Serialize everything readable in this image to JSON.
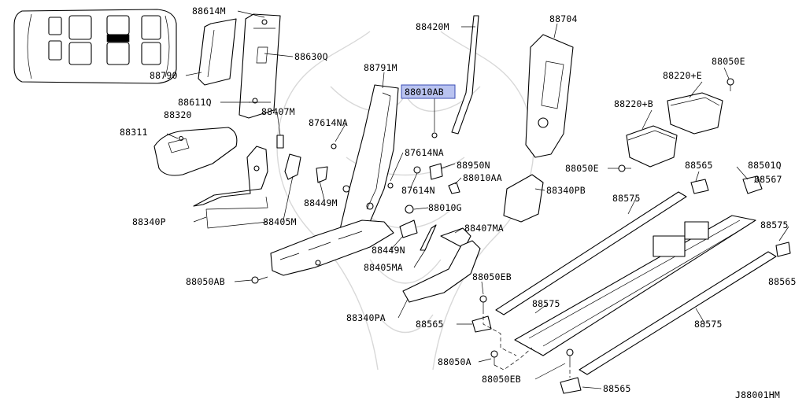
{
  "diagram": {
    "code": "J88001HM",
    "highlighted_part": "88010AB",
    "colors": {
      "line": "#000000",
      "background": "#ffffff",
      "highlight_fill": "#b9c3f0",
      "highlight_border": "#3a4db5",
      "watermark": "#d8d8d8"
    },
    "labels": {
      "p88614M": "88614M",
      "p88630Q": "88630Q",
      "p88790": "88790",
      "p88611Q": "88611Q",
      "p88320": "88320",
      "p88311": "88311",
      "p88407M": "88407M",
      "p87614NA": "87614NA",
      "p88791M": "88791M",
      "p88420M": "88420M",
      "p88704": "88704",
      "p88050E_a": "88050E",
      "p88220E": "88220+E",
      "p88220B": "88220+B",
      "p88010AB": "88010AB",
      "p87614NA_b": "87614NA",
      "p88950N": "88950N",
      "p88010AA": "88010AA",
      "p87614N": "87614N",
      "p88340PB": "88340PB",
      "p88050E_b": "88050E",
      "p88565_a": "88565",
      "p88501Q": "88501Q",
      "p88567": "88567",
      "p88340P": "88340P",
      "p88405M": "88405M",
      "p88449M": "88449M",
      "p88010G": "88010G",
      "p88575_a": "88575",
      "p88575_b": "88575",
      "p88565_b": "88565",
      "p88407MA": "88407MA",
      "p88449N": "88449N",
      "p88405MA": "88405MA",
      "p88050AB": "88050AB",
      "p88050EB_a": "88050EB",
      "p88575_c": "88575",
      "p88340PA": "88340PA",
      "p88565_c": "88565",
      "p88575_d": "88575",
      "p88050A": "88050A",
      "p88050EB_b": "88050EB",
      "p88565_d": "88565"
    }
  }
}
